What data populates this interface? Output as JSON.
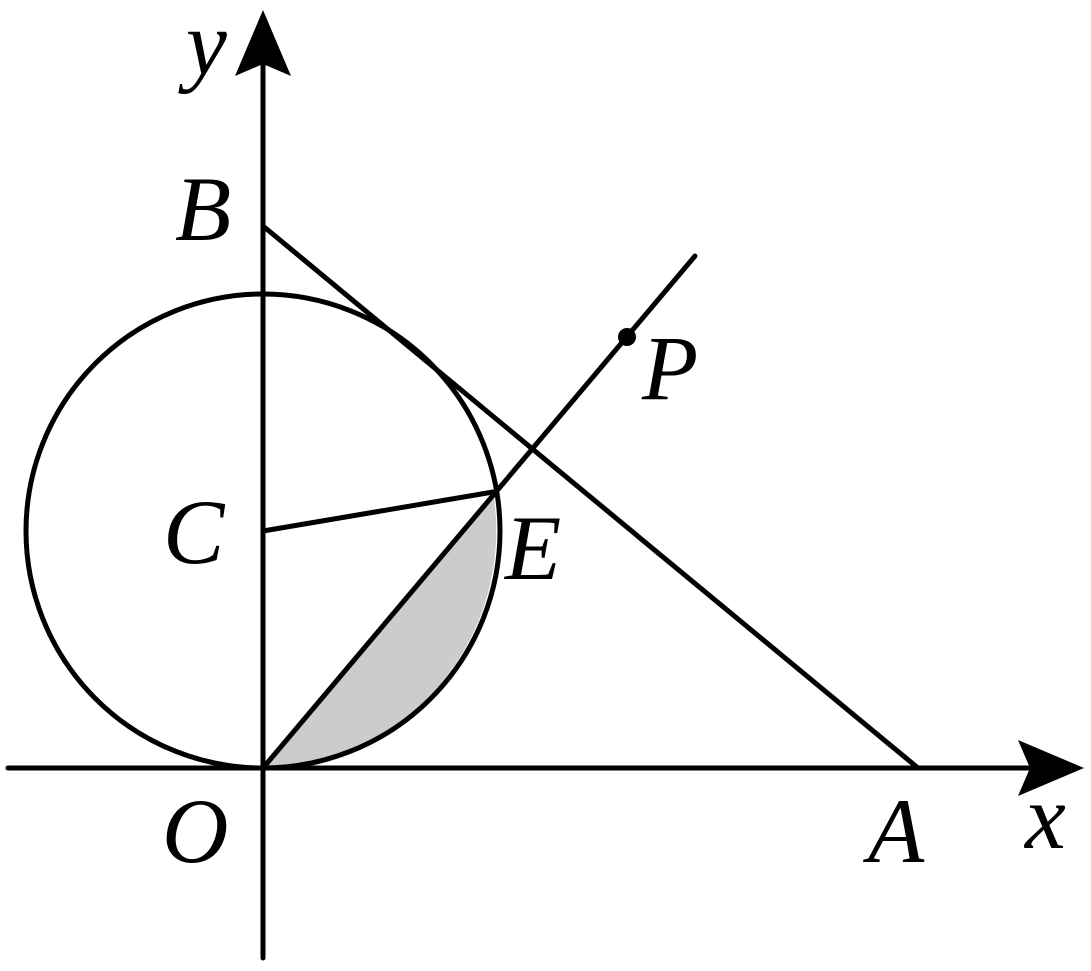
{
  "diagram": {
    "labels": {
      "y_axis": "y",
      "x_axis": "x",
      "origin": "O",
      "point_b": "B",
      "point_c": "C",
      "point_e": "E",
      "point_p": "P",
      "point_a": "A"
    },
    "colors": {
      "stroke": "#000000",
      "shaded_region": "#cccccc",
      "background": "#ffffff"
    }
  }
}
